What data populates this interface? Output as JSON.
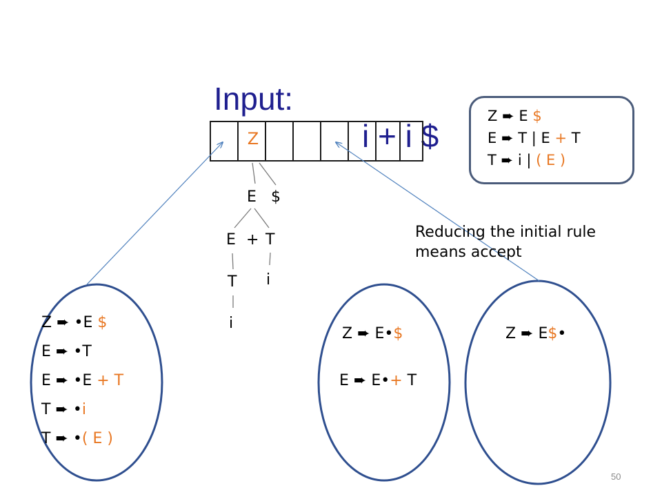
{
  "title": {
    "input_label": "Input:",
    "expression": "i + i $"
  },
  "stack": {
    "top_symbol": "Z"
  },
  "tree": {
    "level1": [
      "E",
      "$"
    ],
    "level2": [
      "E",
      "+",
      "T"
    ],
    "level3_left": "T",
    "level3_right": "i",
    "level4_left": "i"
  },
  "grammar": {
    "rule1": {
      "lhs": "Z",
      "rhs": "E",
      "end": "$"
    },
    "rule2": {
      "lhs": "E",
      "rhs_a": "T | E",
      "plus": "+",
      "rhs_b": "T"
    },
    "rule3": {
      "lhs": "T",
      "rhs_a": "i |",
      "paren": "( E )"
    }
  },
  "note": "Reducing the initial rule means accept",
  "state0": {
    "items": [
      {
        "lhs": "Z",
        "body": "E",
        "suffix": "$"
      },
      {
        "lhs": "E",
        "body": "T",
        "suffix": ""
      },
      {
        "lhs": "E",
        "body": "E",
        "suffix": "+ T"
      },
      {
        "lhs": "T",
        "body": "",
        "suffix": "i"
      },
      {
        "lhs": "T",
        "body": "",
        "suffix": "( E )"
      }
    ]
  },
  "state1": {
    "item1": {
      "lhs": "Z",
      "body": "E",
      "suffix": "$"
    },
    "item2": {
      "lhs": "E",
      "body": "E",
      "plus": "+",
      "tail": "T"
    }
  },
  "state2": {
    "item1": {
      "lhs": "Z",
      "body": "E",
      "suffix": "$"
    }
  },
  "colors": {
    "accent": "#E87722",
    "title": "#1F1F8F",
    "arrow": "#4F81BD",
    "ellipse": "#2F4F8F"
  },
  "page_number": "50"
}
